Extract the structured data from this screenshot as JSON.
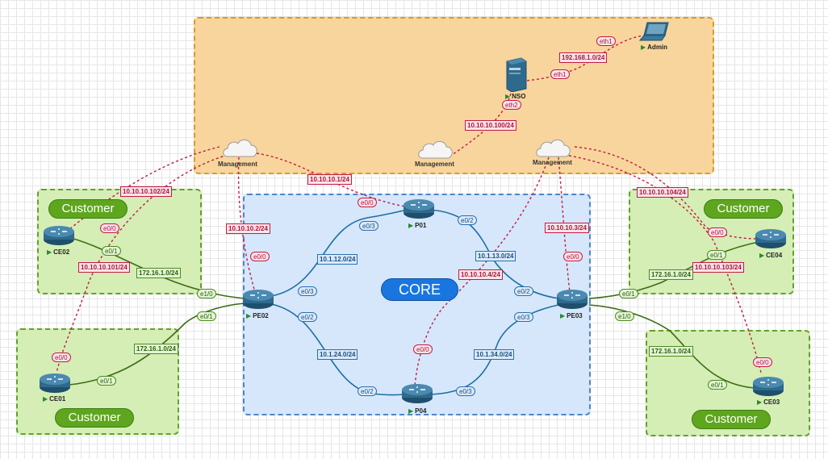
{
  "zones": {
    "core_label": "CORE",
    "customer_label": "Customer"
  },
  "nodes": {
    "p01": "P01",
    "p04": "P04",
    "pe02": "PE02",
    "pe03": "PE03",
    "ce01": "CE01",
    "ce02": "CE02",
    "ce03": "CE03",
    "ce04": "CE04",
    "nso": "NSO",
    "admin": "Admin"
  },
  "clouds": {
    "mgmt_left": "Management",
    "mgmt_mid": "Management",
    "mgmt_right": "Management"
  },
  "subnets": {
    "admin_nso": "192.168.1.0/24",
    "nso_mgmt": "10.10.10.100/24",
    "pe02_mgmt_ip": "10.10.10.2/24",
    "p01_mgmt_ip": "10.10.10.1/24",
    "pe03_mgmt_ip": "10.10.10.3/24",
    "p04_mgmt_ip": "10.10.10.4/24",
    "ce02_mgmt_ip": "10.10.10.102/24",
    "ce01_mgmt_ip": "10.10.10.101/24",
    "ce04_mgmt_ip": "10.10.10.104/24",
    "ce03_mgmt_ip": "10.10.10.103/24",
    "pe02_p01": "10.1.12.0/24",
    "p01_pe03": "10.1.13.0/24",
    "pe02_p04": "10.1.24.0/24",
    "p04_pe03": "10.1.34.0/24",
    "ce02_pe02": "172.16.1.0/24",
    "ce01_pe02": "172.16.1.0/24",
    "ce04_pe03": "172.16.1.0/24",
    "ce03_pe03": "172.16.1.0/24"
  },
  "ports": {
    "admin_eth1": "eth1",
    "nso_eth1": "eth1",
    "nso_eth2": "eth2",
    "p01_e00": "e0/0",
    "p01_e03": "e0/3",
    "p01_e02": "e0/2",
    "pe02_e00": "e0/0",
    "pe02_e03": "e0/3",
    "pe02_e02": "e0/2",
    "pe02_e10": "e1/0",
    "pe02_e01": "e0/1",
    "pe03_e00": "e0/0",
    "pe03_e02": "e0/2",
    "pe03_e03": "e0/3",
    "pe03_e01": "e0/1",
    "pe03_e10": "e1/0",
    "p04_e00": "e0/0",
    "p04_e02": "e0/2",
    "p04_e03": "e0/3",
    "ce02_e00": "e0/0",
    "ce02_e01": "e0/1",
    "ce01_e00": "e0/0",
    "ce01_e01": "e0/1",
    "ce04_e00": "e0/0",
    "ce04_e01": "e0/1",
    "ce03_e00": "e0/0",
    "ce03_e01": "e0/1"
  },
  "colors": {
    "mgmt_link": "#c41a45",
    "core_link": "#1d6fa5",
    "customer_link": "#3d6d14",
    "router_body": "#2f6a8c"
  },
  "icons": {
    "router": "router-icon",
    "cloud": "cloud-icon",
    "server": "server-icon",
    "laptop": "laptop-icon"
  }
}
